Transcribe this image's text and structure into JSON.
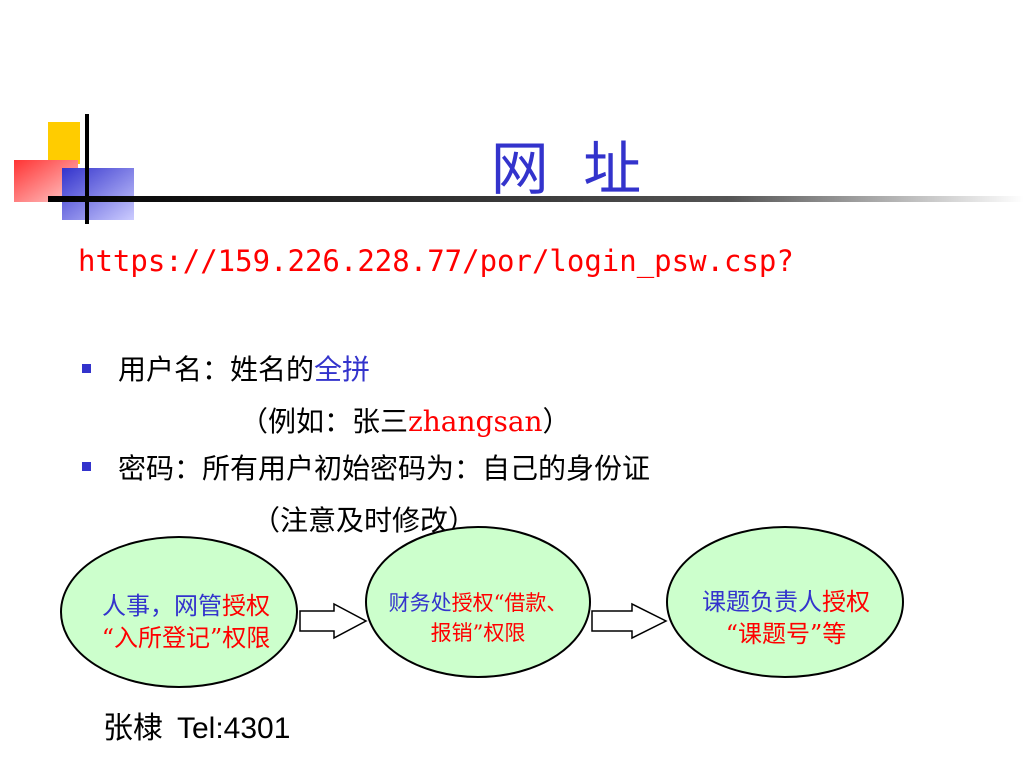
{
  "title": "网 址",
  "url": "https://159.226.228.77/por/login_psw.csp?",
  "bullets": [
    {
      "prefix": "用户名：姓名的",
      "highlight": "全拼",
      "sub_open": "（例如：张三",
      "sub_red": "zhangsan",
      "sub_close": "）"
    },
    {
      "text": "密码：所有用户初始密码为：自己的身份证",
      "sub": "（注意及时修改）"
    }
  ],
  "flow": [
    {
      "line1_blue": "人事，网管",
      "line1_red": "授权",
      "line2": "“入所登记”权限"
    },
    {
      "line1_blue": "财务处",
      "line1_red": "授权“借款、",
      "line2": "报销”权限"
    },
    {
      "line1_blue": "课题负责人",
      "line1_red": "授权",
      "line2": "“课题号”等"
    }
  ],
  "footer": {
    "name": "张棣",
    "tel": "Tel:4301"
  },
  "colors": {
    "accent_blue": "#3333cc",
    "accent_red": "#ff0000",
    "oval_fill": "#ccffcc",
    "logo_yellow": "#ffcc00",
    "logo_blue": "#3333cc",
    "logo_red": "#ff3333"
  }
}
